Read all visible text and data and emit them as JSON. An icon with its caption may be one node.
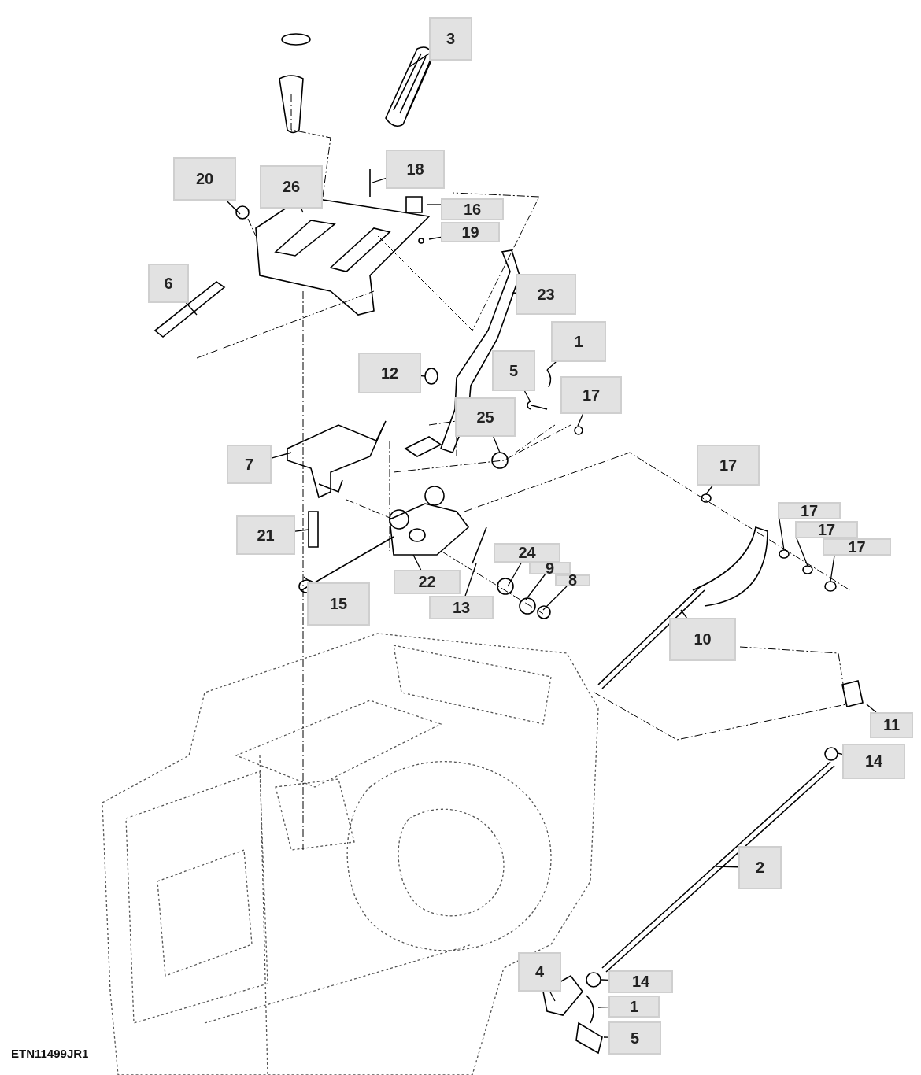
{
  "diagram": {
    "nodes": [
      {
        "text": [
          "3"
        ]
      },
      {
        "text": [
          "20"
        ]
      },
      {
        "text": [
          "26"
        ]
      },
      {
        "text": [
          "18"
        ]
      },
      {
        "text": [
          "16"
        ]
      },
      {
        "text": [
          "19"
        ]
      },
      {
        "text": [
          "6"
        ]
      },
      {
        "text": [
          "23"
        ]
      },
      {
        "text": [
          "1"
        ]
      },
      {
        "text": [
          "12"
        ]
      },
      {
        "text": [
          "5"
        ]
      },
      {
        "text": [
          "17"
        ]
      },
      {
        "text": [
          "25"
        ]
      },
      {
        "text": [
          "7"
        ]
      },
      {
        "text": [
          "17"
        ]
      },
      {
        "text": [
          "21"
        ]
      },
      {
        "text": [
          "17"
        ]
      },
      {
        "text": [
          "17"
        ]
      },
      {
        "text": [
          "17"
        ]
      },
      {
        "text": [
          "24"
        ]
      },
      {
        "text": [
          "9"
        ]
      },
      {
        "text": [
          "8"
        ]
      },
      {
        "text": [
          "22"
        ]
      },
      {
        "text": [
          "15"
        ]
      },
      {
        "text": [
          "13"
        ]
      },
      {
        "text": [
          "10"
        ]
      },
      {
        "text": [
          "11"
        ]
      },
      {
        "text": [
          "14"
        ]
      },
      {
        "text": [
          "2"
        ]
      },
      {
        "text": [
          "4"
        ]
      },
      {
        "text": [
          "14"
        ]
      },
      {
        "text": [
          "1"
        ]
      },
      {
        "text": [
          "5"
        ]
      }
    ],
    "edges": [
      {
        "from": 0,
        "to": null,
        "arrow": "none"
      },
      {
        "from": 1,
        "to": null,
        "arrow": "none"
      },
      {
        "from": 2,
        "to": null,
        "arrow": "none"
      },
      {
        "from": 3,
        "to": null,
        "arrow": "none"
      },
      {
        "from": 4,
        "to": null,
        "arrow": "none"
      },
      {
        "from": 5,
        "to": null,
        "arrow": "none"
      },
      {
        "from": 6,
        "to": null,
        "arrow": "none"
      },
      {
        "from": 7,
        "to": null,
        "arrow": "none"
      },
      {
        "from": 8,
        "to": null,
        "arrow": "none"
      },
      {
        "from": 9,
        "to": null,
        "arrow": "none"
      },
      {
        "from": 10,
        "to": null,
        "arrow": "none"
      },
      {
        "from": 11,
        "to": null,
        "arrow": "none"
      },
      {
        "from": 12,
        "to": null,
        "arrow": "none"
      },
      {
        "from": 13,
        "to": null,
        "arrow": "none"
      },
      {
        "from": 14,
        "to": null,
        "arrow": "none"
      },
      {
        "from": 15,
        "to": null,
        "arrow": "none"
      },
      {
        "from": 16,
        "to": null,
        "arrow": "none"
      },
      {
        "from": 17,
        "to": null,
        "arrow": "none"
      },
      {
        "from": 18,
        "to": null,
        "arrow": "none"
      },
      {
        "from": 19,
        "to": null,
        "arrow": "none"
      },
      {
        "from": 20,
        "to": null,
        "arrow": "none"
      },
      {
        "from": 21,
        "to": null,
        "arrow": "none"
      },
      {
        "from": 22,
        "to": null,
        "arrow": "none"
      },
      {
        "from": 23,
        "to": null,
        "arrow": "none"
      },
      {
        "from": 24,
        "to": null,
        "arrow": "none"
      },
      {
        "from": 25,
        "to": null,
        "arrow": "none"
      },
      {
        "from": 26,
        "to": null,
        "arrow": "none"
      },
      {
        "from": 27,
        "to": null,
        "arrow": "none"
      },
      {
        "from": 28,
        "to": null,
        "arrow": "none"
      },
      {
        "from": 29,
        "to": null,
        "arrow": "none"
      },
      {
        "from": 30,
        "to": null,
        "arrow": "none"
      },
      {
        "from": 31,
        "to": null,
        "arrow": "none"
      },
      {
        "from": 32,
        "to": null,
        "arrow": "none"
      }
    ],
    "labels": [
      "ETN11499JR1"
    ]
  }
}
